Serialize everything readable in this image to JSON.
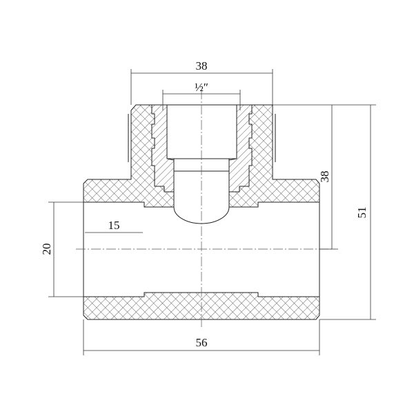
{
  "drawing": {
    "dimensions": {
      "boss_width": "38",
      "thread_size": "½″",
      "branch_height": "38",
      "overall_height": "51",
      "pipe_diameter": "20",
      "socket_depth": "15",
      "overall_length": "56"
    },
    "colors": {
      "line": "#222222",
      "hatch": "#555555",
      "background": "#ffffff"
    }
  }
}
